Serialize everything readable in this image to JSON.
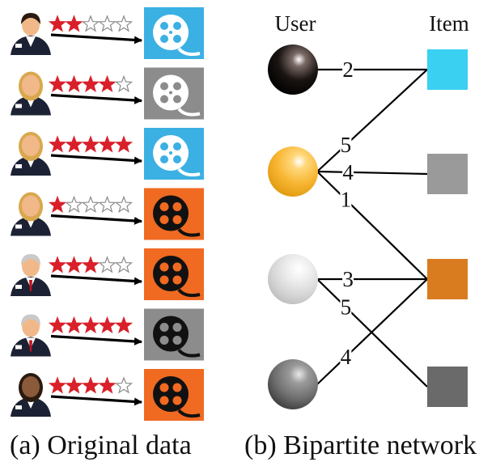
{
  "panel_a": {
    "caption": "(a) Original data",
    "rows": [
      {
        "person": "man-dark-hair",
        "rating": 2,
        "film_color": "#3bb0e3",
        "film_style": "light"
      },
      {
        "person": "woman-blonde",
        "rating": 4,
        "film_color": "#8c8c8c",
        "film_style": "light"
      },
      {
        "person": "woman-blonde",
        "rating": 5,
        "film_color": "#3bb0e3",
        "film_style": "light"
      },
      {
        "person": "woman-blonde",
        "rating": 1,
        "film_color": "#f06a22",
        "film_style": "dark"
      },
      {
        "person": "man-grey-hair",
        "rating": 3,
        "film_color": "#f06a22",
        "film_style": "dark"
      },
      {
        "person": "man-grey-hair",
        "rating": 5,
        "film_color": "#8c8c8c",
        "film_style": "dark"
      },
      {
        "person": "woman-dark-skin",
        "rating": 4,
        "film_color": "#f06a22",
        "film_style": "dark"
      }
    ],
    "max_stars": 5,
    "star_color": "#d9202a"
  },
  "panel_b": {
    "caption": "(b) Bipartite network",
    "user_header": "User",
    "item_header": "Item",
    "users": [
      {
        "id": "u1",
        "color": "#1a1412"
      },
      {
        "id": "u2",
        "color": "#f7b531"
      },
      {
        "id": "u3",
        "color": "#dcdcdc"
      },
      {
        "id": "u4",
        "color": "#6e6e6e"
      }
    ],
    "items": [
      {
        "id": "i1",
        "color": "#3ad0f2"
      },
      {
        "id": "i2",
        "color": "#9a9a9a"
      },
      {
        "id": "i3",
        "color": "#d97c20"
      },
      {
        "id": "i4",
        "color": "#6a6a6a"
      }
    ],
    "edges": [
      {
        "user": "u1",
        "item": "i1",
        "weight": "2"
      },
      {
        "user": "u2",
        "item": "i1",
        "weight": "5"
      },
      {
        "user": "u2",
        "item": "i2",
        "weight": "4"
      },
      {
        "user": "u2",
        "item": "i3",
        "weight": "1"
      },
      {
        "user": "u3",
        "item": "i3",
        "weight": "3"
      },
      {
        "user": "u3",
        "item": "i4",
        "weight": "5"
      },
      {
        "user": "u4",
        "item": "i3",
        "weight": "4"
      }
    ]
  }
}
